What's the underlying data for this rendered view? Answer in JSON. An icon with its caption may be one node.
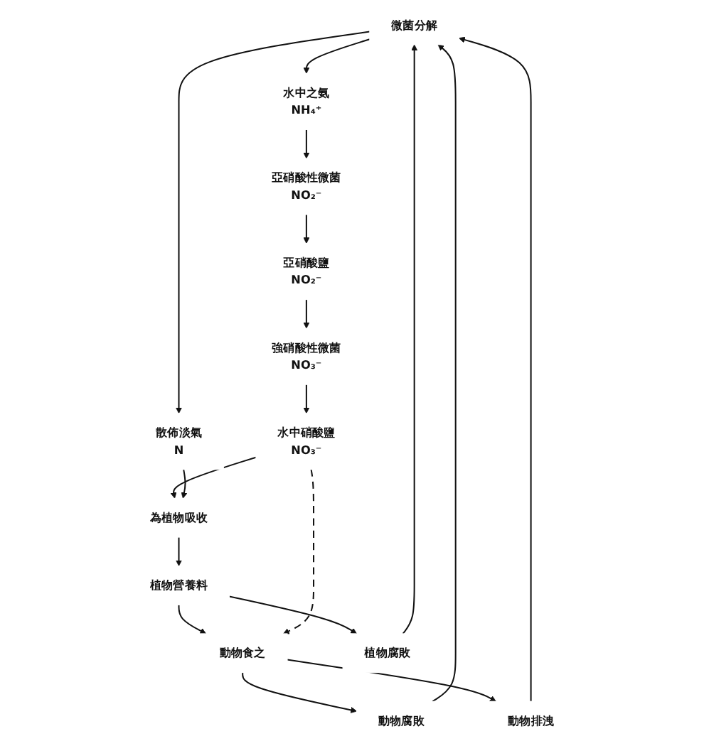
{
  "diagram": {
    "nodes": [
      {
        "text": [
          "微菌分解"
        ]
      },
      {
        "text": [
          "水中之氨",
          "NH₄⁺"
        ]
      },
      {
        "text": [
          "動物腐敗"
        ]
      },
      {
        "text": [
          "動物排洩"
        ]
      },
      {
        "text": [
          "動物食之"
        ]
      },
      {
        "text": [
          "植物腐敗"
        ]
      },
      {
        "text": [
          "亞硝酸性微菌",
          "NO₂⁻"
        ]
      },
      {
        "text": [
          "植物營養料"
        ]
      },
      {
        "text": [
          "散佈淡氣",
          "N"
        ]
      },
      {
        "text": [
          "亞硝酸鹽",
          "NO₂⁻"
        ]
      },
      {
        "text": [
          "強硝酸性微菌",
          "NO₃⁻"
        ]
      },
      {
        "text": [
          "為植物吸收"
        ]
      },
      {
        "text": [
          "水中硝酸鹽",
          "NO₃⁻"
        ]
      }
    ],
    "edges": [
      {
        "from": 0,
        "to": 1,
        "arrow": "to"
      },
      {
        "from": 1,
        "to": 6,
        "arrow": "to"
      },
      {
        "from": 6,
        "to": 9,
        "arrow": "to"
      },
      {
        "from": 9,
        "to": 10,
        "arrow": "to"
      },
      {
        "from": 10,
        "to": 12,
        "arrow": "to"
      },
      {
        "from": 12,
        "to": 11,
        "arrow": "to"
      },
      {
        "from": 11,
        "to": 7,
        "arrow": "to"
      },
      {
        "from": 7,
        "to": 4,
        "arrow": "to"
      },
      {
        "from": 4,
        "to": 2,
        "arrow": "to"
      },
      {
        "from": 2,
        "to": 0,
        "arrow": "to"
      },
      {
        "from": 4,
        "to": 3,
        "arrow": "to"
      },
      {
        "from": 3,
        "to": 0,
        "arrow": "to"
      },
      {
        "from": 5,
        "to": 0,
        "arrow": "to"
      },
      {
        "from": 0,
        "to": 8,
        "arrow": "to"
      },
      {
        "from": 8,
        "to": 11,
        "arrow": "to"
      },
      {
        "from": 7,
        "to": 5,
        "arrow": "to"
      },
      {
        "from": 12,
        "to": 4,
        "arrow": "to",
        "style": "dashed"
      }
    ]
  }
}
